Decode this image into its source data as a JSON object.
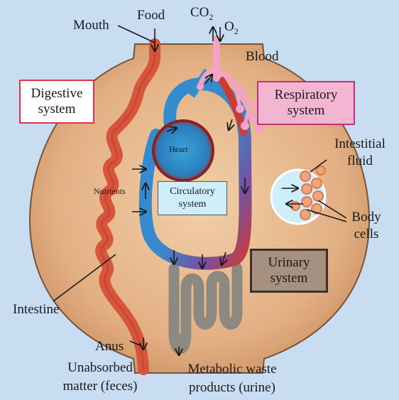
{
  "labels": {
    "mouth": "Mouth",
    "food": "Food",
    "co2": "CO",
    "o2": "O",
    "subscript_2": "2",
    "blood": "Blood",
    "digestive_line1": "Digestive",
    "digestive_line2": "system",
    "respiratory_line1": "Respiratory",
    "respiratory_line2": "system",
    "intestitial_line1": "Intestitial",
    "intestitial_line2": "fluid",
    "heart": "Heart",
    "nutrients": "Nutrients",
    "circulatory_line1": "Circulatory",
    "circulatory_line2": "system",
    "body_cells_line1": "Body",
    "body_cells_line2": "cells",
    "urinary_line1": "Urinary",
    "urinary_line2": "system",
    "intestine": "Intestine",
    "anus": "Anus",
    "unabsorbed_line1": "Unabsorbed",
    "unabsorbed_line2": "matter (feces)",
    "metabolic_line1": "Metabolic waste",
    "metabolic_line2": "products (urine)"
  },
  "colors": {
    "background": "#c9ddf2",
    "body": "#e7b98f",
    "digestive_box_border": "#e0334f",
    "respiratory_box_fill": "#f3b6d2",
    "respiratory_box_border": "#c4307c",
    "circulatory_box_fill": "#cfeefb",
    "urinary_box_fill": "#a69180",
    "intestine": "#d8553c",
    "lung": "#f3a3c6",
    "vessel_blue": "#2f8fcf",
    "vessel_red": "#cc3b32",
    "heart": "#a52a2a"
  }
}
